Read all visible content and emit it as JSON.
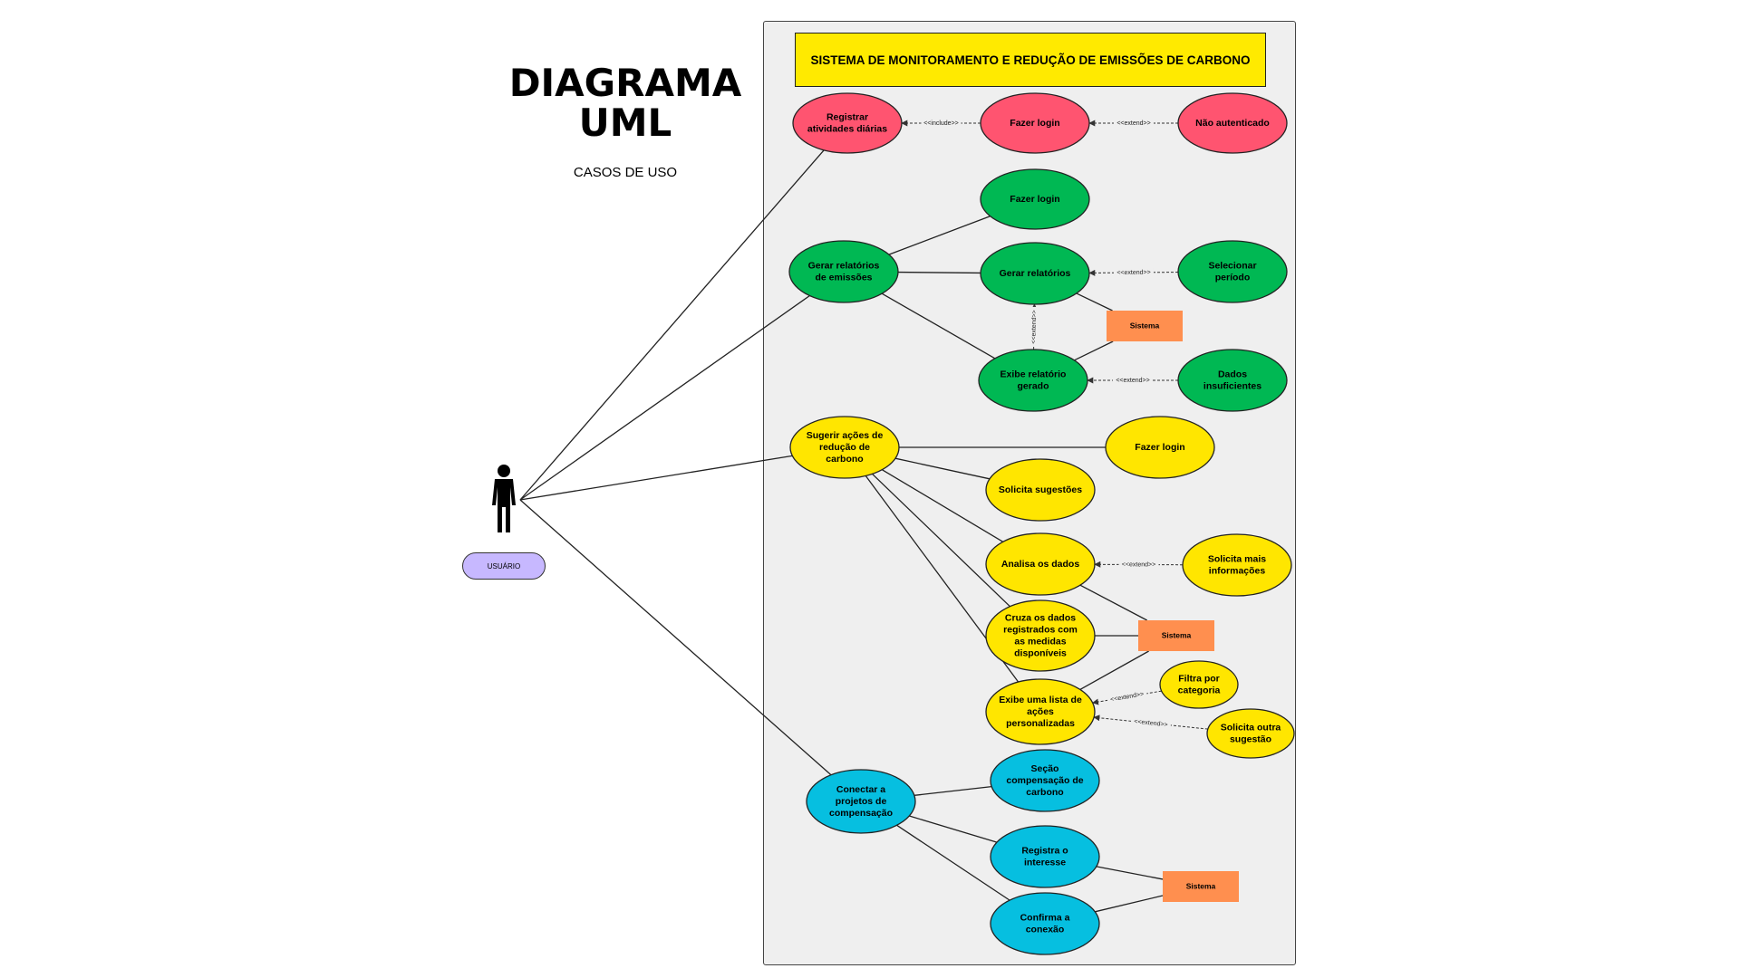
{
  "header": {
    "title_line1": "DIAGRAMA",
    "title_line2": "UML",
    "subtitle": "CASOS DE USO"
  },
  "system": {
    "title": "SISTEMA DE MONITORAMENTO E REDUÇÃO DE EMISSÕES DE CARBONO"
  },
  "actor": {
    "label": "USUÁRIO",
    "icon": "person-icon"
  },
  "colors": {
    "red": "#ff5470",
    "green": "#00b853",
    "yellow": "#ffe600",
    "blue": "#06bfe0",
    "orange": "#ff8f4f",
    "actor_label": "#c7b8ff",
    "title_box": "#ffea00"
  },
  "use_cases": [
    {
      "id": "registrar",
      "lines": [
        "Registrar",
        "atividades diárias"
      ],
      "color": "red"
    },
    {
      "id": "login_red",
      "lines": [
        "Fazer login"
      ],
      "color": "red"
    },
    {
      "id": "nao_auth",
      "lines": [
        "Não autenticado"
      ],
      "color": "red"
    },
    {
      "id": "login_green",
      "lines": [
        "Fazer login"
      ],
      "color": "green"
    },
    {
      "id": "gerar_rel_emissoes",
      "lines": [
        "Gerar relatórios",
        "de emissões"
      ],
      "color": "green"
    },
    {
      "id": "gerar_rel",
      "lines": [
        "Gerar relatórios"
      ],
      "color": "green"
    },
    {
      "id": "selecionar",
      "lines": [
        "Selecionar",
        "período"
      ],
      "color": "green"
    },
    {
      "id": "exibe_rel",
      "lines": [
        "Exibe relatório",
        "gerado"
      ],
      "color": "green"
    },
    {
      "id": "dados_insuf",
      "lines": [
        "Dados",
        "insuficientes"
      ],
      "color": "green"
    },
    {
      "id": "sugerir",
      "lines": [
        "Sugerir ações de",
        "redução de",
        "carbono"
      ],
      "color": "yellow"
    },
    {
      "id": "login_yellow",
      "lines": [
        "Fazer login"
      ],
      "color": "yellow"
    },
    {
      "id": "solicita_sug",
      "lines": [
        "Solicita sugestões"
      ],
      "color": "yellow"
    },
    {
      "id": "analisa",
      "lines": [
        "Analisa os dados"
      ],
      "color": "yellow"
    },
    {
      "id": "solicita_info",
      "lines": [
        "Solicita mais",
        "informações"
      ],
      "color": "yellow"
    },
    {
      "id": "cruza",
      "lines": [
        "Cruza os dados",
        "registrados com",
        "as medidas",
        "disponíveis"
      ],
      "color": "yellow"
    },
    {
      "id": "exibe_lista",
      "lines": [
        "Exibe uma lista de",
        "ações",
        "personalizadas"
      ],
      "color": "yellow"
    },
    {
      "id": "filtra",
      "lines": [
        "Filtra por",
        "categoria"
      ],
      "color": "yellow"
    },
    {
      "id": "solicita_outra",
      "lines": [
        "Solicita outra",
        "sugestão"
      ],
      "color": "yellow"
    },
    {
      "id": "conectar",
      "lines": [
        "Conectar a",
        "projetos de",
        "compensação"
      ],
      "color": "blue"
    },
    {
      "id": "secao",
      "lines": [
        "Seção",
        "compensação de",
        "carbono"
      ],
      "color": "blue"
    },
    {
      "id": "registra_int",
      "lines": [
        "Registra o",
        "interesse"
      ],
      "color": "blue"
    },
    {
      "id": "confirma",
      "lines": [
        "Confirma a",
        "conexão"
      ],
      "color": "blue"
    }
  ],
  "sistema_boxes": [
    {
      "id": "sistema1",
      "label": "Sistema"
    },
    {
      "id": "sistema2",
      "label": "Sistema"
    },
    {
      "id": "sistema3",
      "label": "Sistema"
    }
  ],
  "relations": [
    {
      "from": "login_red",
      "to": "registrar",
      "label": "<<include>>"
    },
    {
      "from": "nao_auth",
      "to": "login_red",
      "label": "<<extend>>"
    },
    {
      "from": "selecionar",
      "to": "gerar_rel",
      "label": "<<extend>>"
    },
    {
      "from": "exibe_rel",
      "to": "gerar_rel",
      "label": "<<extend>>"
    },
    {
      "from": "dados_insuf",
      "to": "exibe_rel",
      "label": "<<extend>>"
    },
    {
      "from": "solicita_info",
      "to": "analisa",
      "label": "<<extend>>"
    },
    {
      "from": "filtra",
      "to": "exibe_lista",
      "label": "<<extend>>"
    },
    {
      "from": "solicita_outra",
      "to": "exibe_lista",
      "label": "<<extend>>"
    }
  ]
}
